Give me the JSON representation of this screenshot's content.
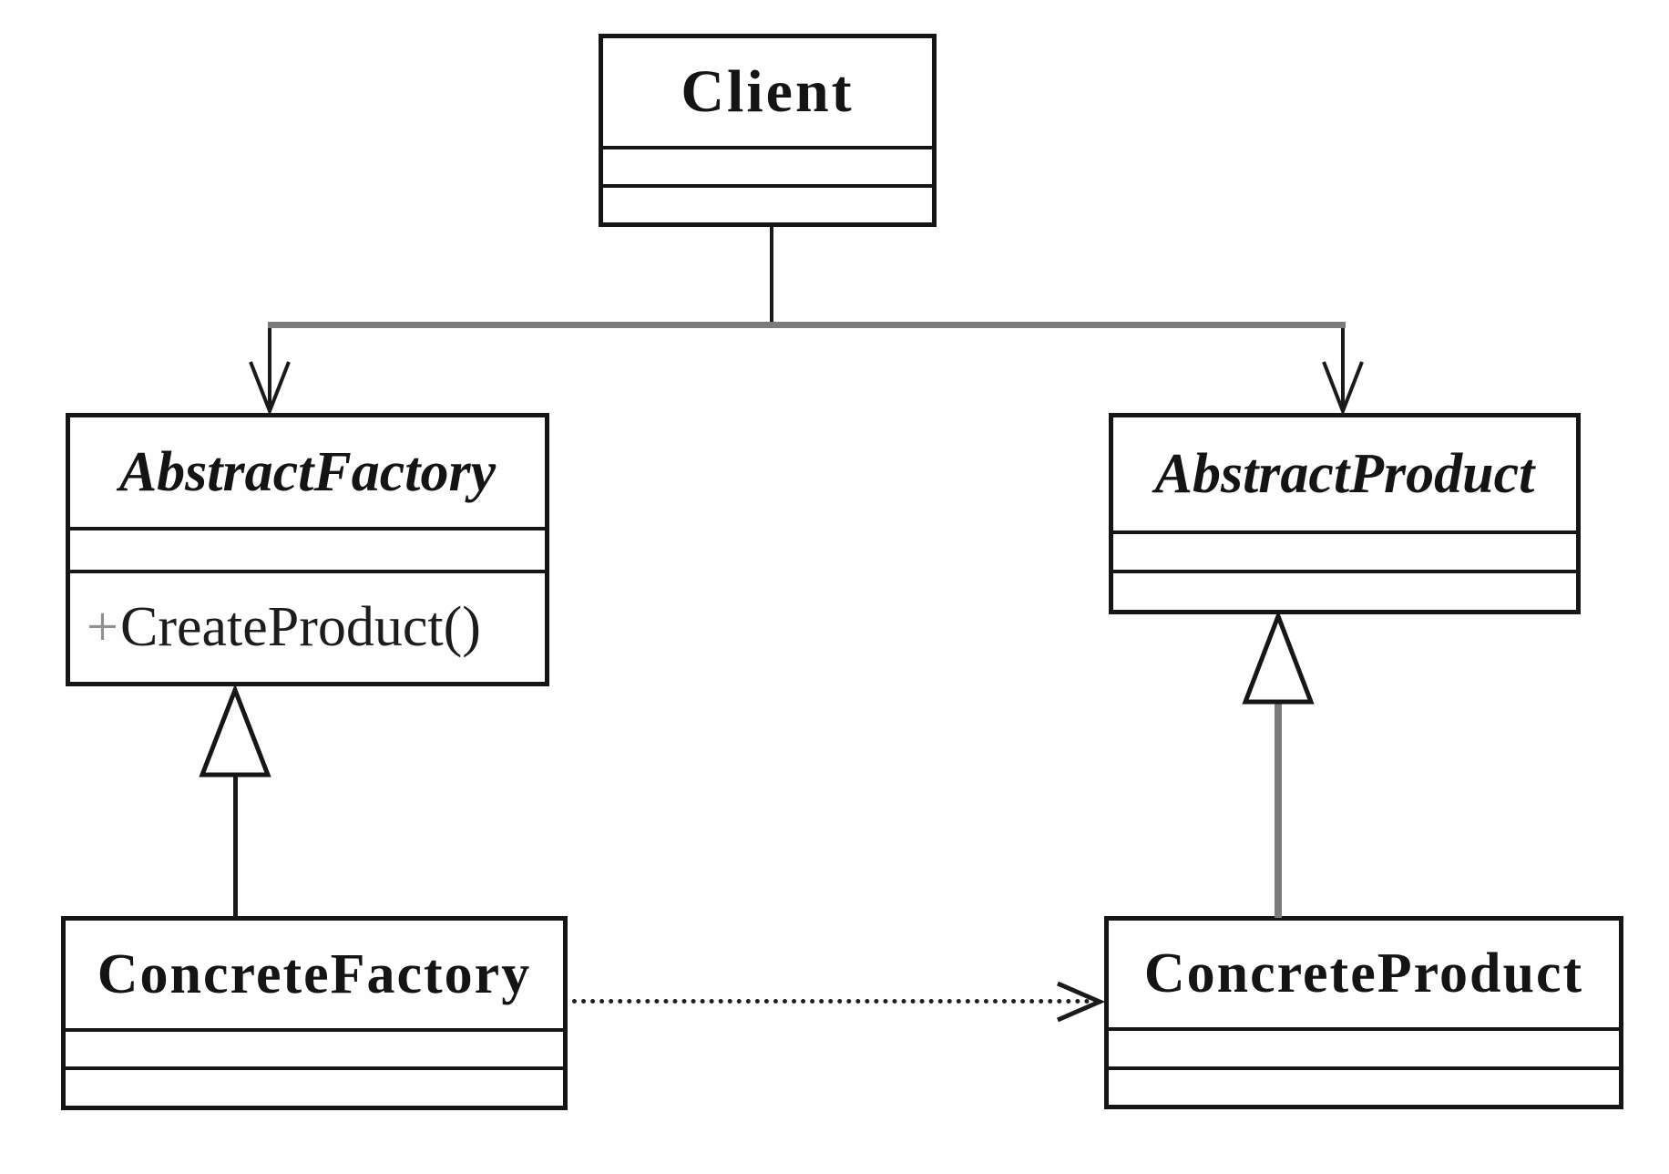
{
  "classes": {
    "client": {
      "name": "Client",
      "abstract": false,
      "attributes": [],
      "operations": []
    },
    "abstract_factory": {
      "name": "AbstractFactory",
      "abstract": true,
      "attributes": [],
      "operation_visibility": "+",
      "operation_name": "CreateProduct()"
    },
    "abstract_product": {
      "name": "AbstractProduct",
      "abstract": true,
      "attributes": [],
      "operations": []
    },
    "concrete_factory": {
      "name": "ConcreteFactory",
      "abstract": false,
      "attributes": [],
      "operations": []
    },
    "concrete_product": {
      "name": "ConcreteProduct",
      "abstract": false,
      "attributes": [],
      "operations": []
    }
  },
  "relationships": [
    {
      "from": "Client",
      "to": "AbstractFactory",
      "type": "directed-association",
      "line": "solid",
      "arrowhead": "open"
    },
    {
      "from": "Client",
      "to": "AbstractProduct",
      "type": "directed-association",
      "line": "solid",
      "arrowhead": "open"
    },
    {
      "from": "ConcreteFactory",
      "to": "AbstractFactory",
      "type": "generalization",
      "line": "solid-thin",
      "arrowhead": "hollow-triangle"
    },
    {
      "from": "ConcreteProduct",
      "to": "AbstractProduct",
      "type": "generalization",
      "line": "solid-thick-gray",
      "arrowhead": "hollow-triangle"
    },
    {
      "from": "ConcreteFactory",
      "to": "ConcreteProduct",
      "type": "dependency",
      "line": "dotted",
      "arrowhead": "open"
    }
  ],
  "colors": {
    "line": "#1a1a1a",
    "gray_line": "#7b7b7b",
    "plus_sign": "#8f8f8f",
    "box_border": "#161616",
    "background": "#ffffff"
  }
}
